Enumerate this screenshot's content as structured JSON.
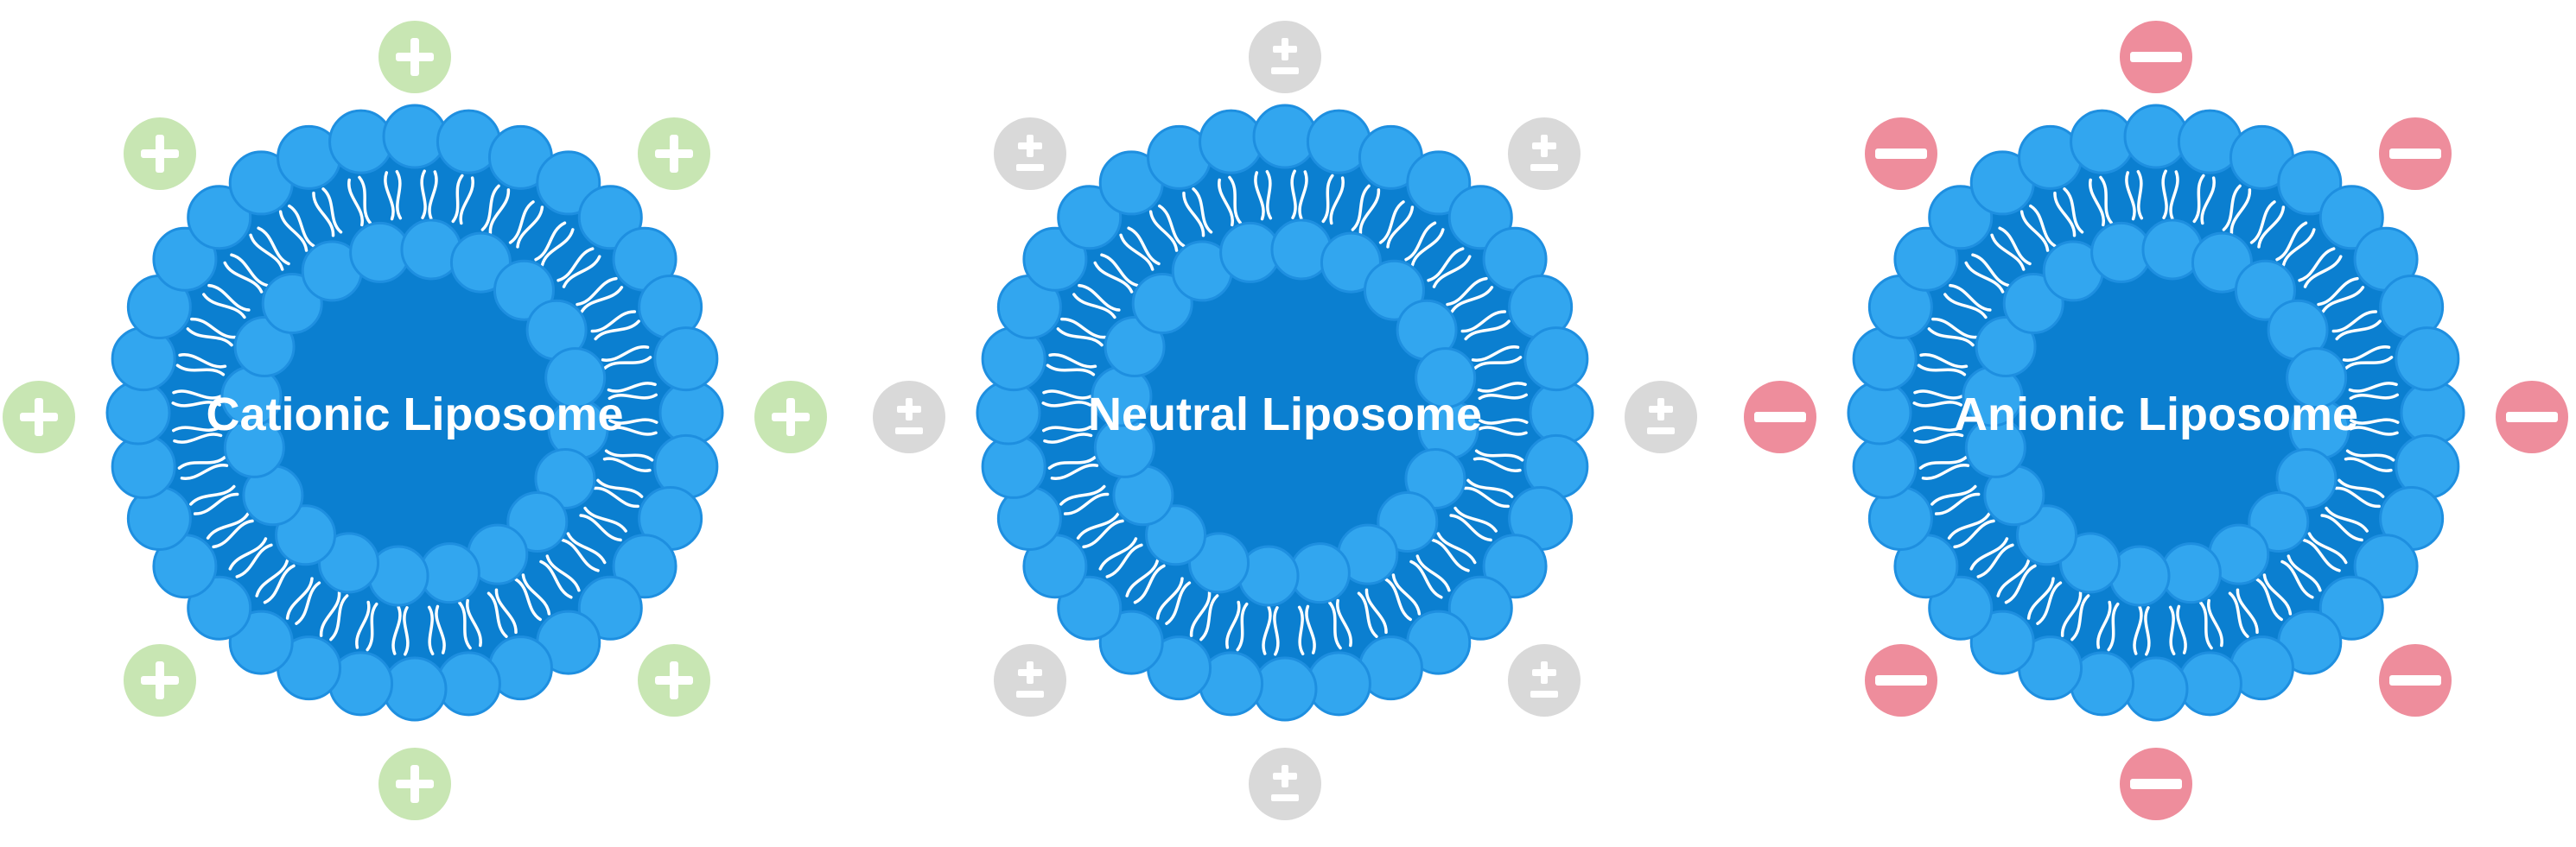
{
  "liposomes": [
    {
      "label": "Cationic Liposome",
      "charge": "positive",
      "charge_symbol": "+",
      "charge_color": "#c8e6b3",
      "charge_count": 8
    },
    {
      "label": "Neutral Liposome",
      "charge": "neutral",
      "charge_symbol": "±",
      "charge_color": "#d9d9d9",
      "charge_count": 8
    },
    {
      "label": "Anionic Liposome",
      "charge": "negative",
      "charge_symbol": "—",
      "charge_color": "#ee8d9c",
      "charge_count": 8
    }
  ],
  "colors": {
    "core": "#0b7fd0",
    "head": "#32a6ef",
    "head_stroke": "#1e8fe0",
    "tail": "#ffffff",
    "background": "#ffffff"
  },
  "icons": {
    "positive": "plus-icon",
    "neutral": "plus-minus-icon",
    "negative": "minus-icon"
  }
}
